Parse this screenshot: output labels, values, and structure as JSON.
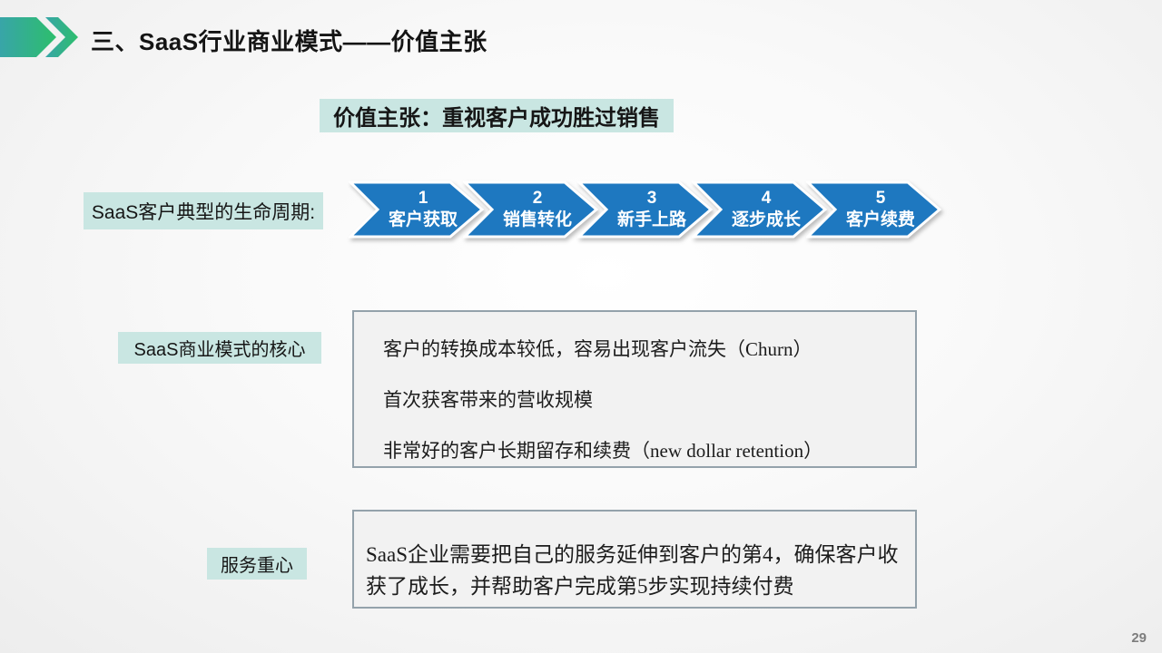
{
  "slide": {
    "title": "三、SaaS行业商业模式——价值主张",
    "page_number": "29"
  },
  "value_proposition": {
    "label": "价值主张：重视客户成功胜过销售"
  },
  "lifecycle": {
    "label": "SaaS客户典型的生命周期:",
    "steps": [
      {
        "number": "1",
        "label": "客户获取"
      },
      {
        "number": "2",
        "label": "销售转化"
      },
      {
        "number": "3",
        "label": "新手上路"
      },
      {
        "number": "4",
        "label": "逐步成长"
      },
      {
        "number": "5",
        "label": "客户续费"
      }
    ]
  },
  "core": {
    "label": "SaaS商业模式的核心",
    "points": [
      "客户的转换成本较低，容易出现客户流失（Churn）",
      "首次获客带来的营收规模",
      "非常好的客户长期留存和续费（new dollar retention）"
    ]
  },
  "service": {
    "label": "服务重心",
    "text": "SaaS企业需要把自己的服务延伸到客户的第4，确保客户收获了成长，并帮助客户完成第5步实现持续付费"
  },
  "colors": {
    "teal_highlight": "#c9e6e2",
    "arrow_blue": "#1e78c0",
    "box_border": "#94a2ab",
    "icon_gradient_start": "#38a5a8",
    "icon_gradient_end": "#2dbe6c",
    "title_text": "#141414",
    "page_number_gray": "#7d7d7d"
  }
}
